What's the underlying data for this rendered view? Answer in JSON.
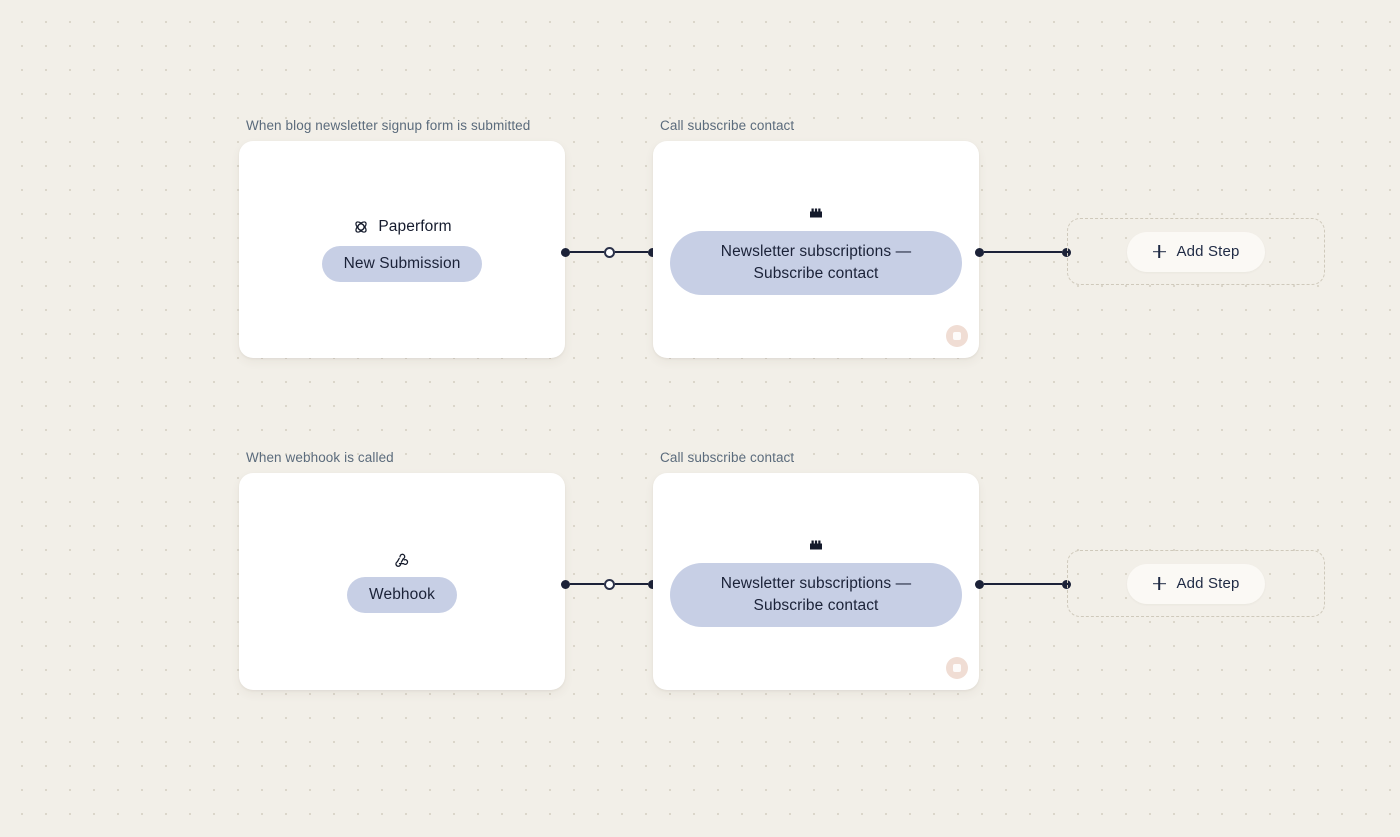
{
  "canvas": {
    "background_color": "#f2efe8",
    "grid_dot_color": "#d9d4c8",
    "accent_pill_color": "#c7cfe5",
    "connector_color": "#1c2238",
    "status_badge_color": "#f0ddd4"
  },
  "flows": [
    {
      "id": "flow-paperform",
      "trigger": {
        "label": "When blog newsletter signup form is submitted",
        "app_name": "Paperform",
        "app_icon": "paperform-icon",
        "event": "New Submission"
      },
      "action": {
        "label": "Call subscribe contact",
        "app_icon": "brick-icon",
        "event": "Newsletter subscriptions — Subscribe contact",
        "status_icon": "stop-square-icon"
      },
      "add_step": {
        "label": "Add Step",
        "icon": "plus-icon"
      }
    },
    {
      "id": "flow-webhook",
      "trigger": {
        "label": "When webhook is called",
        "app_name": "",
        "app_icon": "webhook-icon",
        "event": "Webhook"
      },
      "action": {
        "label": "Call subscribe contact",
        "app_icon": "brick-icon",
        "event": "Newsletter subscriptions — Subscribe contact",
        "status_icon": "stop-square-icon"
      },
      "add_step": {
        "label": "Add Step",
        "icon": "plus-icon"
      }
    }
  ]
}
